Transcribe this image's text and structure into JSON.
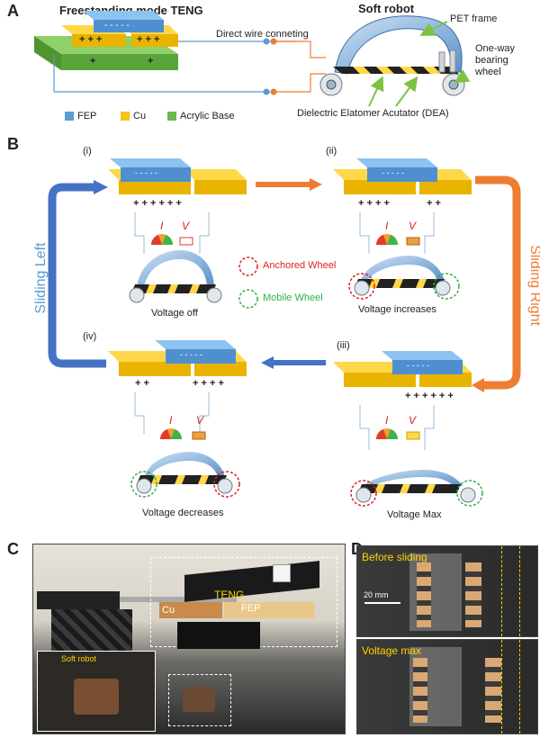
{
  "panel_a": {
    "label": "A",
    "teng_title": "Freestanding mode TENG",
    "robot_title": "Soft robot",
    "wire_label": "Direct wire conneting",
    "pet_frame": "PET frame",
    "bearing_wheel": "One-way\nbearing\nwheel",
    "dea_label": "Dielectric Elatomer Acutator (DEA)",
    "charges_top": "- - - - -",
    "charges_left": "+ + +",
    "charges_right": "+ + +",
    "base_plus_left": "+",
    "base_plus_right": "+",
    "legend": [
      {
        "name": "FEP",
        "color": "#5b9bd5"
      },
      {
        "name": "Cu",
        "color": "#f5c518"
      },
      {
        "name": "Acrylic Base",
        "color": "#6cb84a"
      }
    ]
  },
  "panel_b": {
    "label": "B",
    "stages": [
      {
        "roman": "(i)",
        "charges": "+ + + + + +",
        "caption": "Voltage off"
      },
      {
        "roman": "(ii)",
        "charges_left": "+ + + +",
        "charges_right": "+ +",
        "caption": "Voltage increases"
      },
      {
        "roman": "(iii)",
        "charges": "+ + + + + +",
        "caption": "Voltage  Max"
      },
      {
        "roman": "(iv)",
        "charges_left": "+ +",
        "charges_right": "+ + + +",
        "caption": "Voltage decreases"
      }
    ],
    "fep_charges": "- - - - -",
    "i_symbol": "I",
    "v_symbol": "V",
    "anchored": "Anchored Wheel",
    "mobile": "Mobile Wheel",
    "sliding_left": "Sliding Left",
    "sliding_right": "Sliding Right",
    "colors": {
      "blue_arrow": "#4472c4",
      "orange_arrow": "#ed7d31",
      "anchored": "#e02020",
      "mobile": "#2db34a"
    }
  },
  "panel_c": {
    "label": "C",
    "teng": "TENG",
    "cu": "Cu",
    "fep": "FEP",
    "soft_robot": "Soft robot"
  },
  "panel_d": {
    "label": "D",
    "before": "Before sliding",
    "scale": "20 mm",
    "after": "Voltage max"
  }
}
